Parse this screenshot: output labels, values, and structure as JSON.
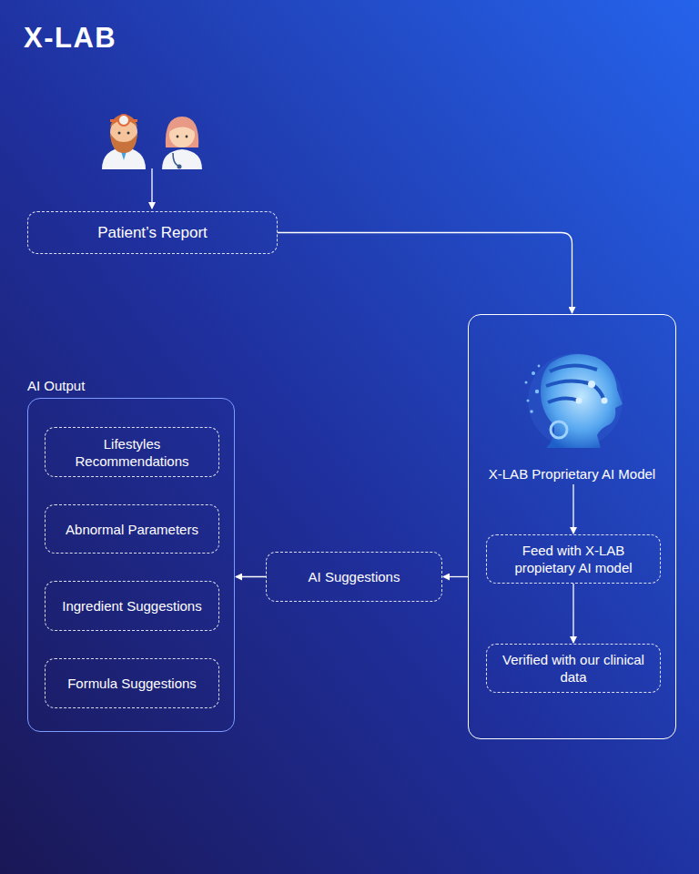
{
  "diagram": {
    "nodes": [
      {
        "text": [
          "Patient’s Report"
        ]
      },
      {
        "text": [
          "X-LAB Proprietary AI Model"
        ]
      },
      {
        "text": [
          "Feed with X-LAB propietary AI model"
        ],
        "in": 1
      },
      {
        "text": [
          "Verified with our clinical data"
        ],
        "in": 1
      },
      {
        "text": [
          "AI Suggestions"
        ]
      },
      {
        "text": [
          "AI Output"
        ]
      },
      {
        "text": [
          "Lifestyles Recommendations"
        ],
        "in": 5
      },
      {
        "text": [
          "Abnormal Parameters"
        ],
        "in": 5
      },
      {
        "text": [
          "Ingredient Suggestions"
        ],
        "in": 5
      },
      {
        "text": [
          "Formula Suggestions"
        ],
        "in": 5
      }
    ],
    "edges": [
      {
        "from": 0,
        "to": 1,
        "arrow": "to"
      },
      {
        "from": 1,
        "to": 2,
        "arrow": "to"
      },
      {
        "from": 2,
        "to": 3,
        "arrow": "to"
      },
      {
        "from": 1,
        "to": 4,
        "arrow": "to"
      },
      {
        "from": 4,
        "to": 5,
        "arrow": "to"
      }
    ],
    "labels": [
      "X-LAB"
    ]
  }
}
